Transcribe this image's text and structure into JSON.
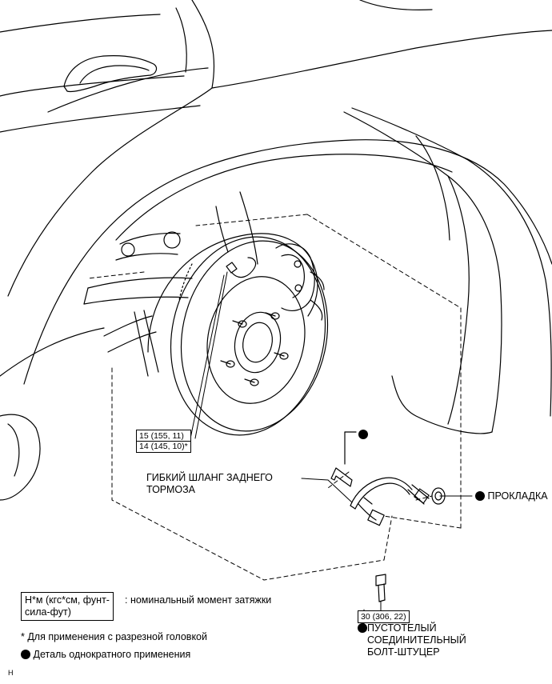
{
  "torque_main": {
    "line1": "15 (155, 11)",
    "line2": "14 (145, 10)*"
  },
  "torque_bolt": "30 (306, 22)",
  "callouts": {
    "hose_line1": "ГИБКИЙ ШЛАНГ ЗАДНЕГО",
    "hose_line2": "ТОРМОЗА",
    "gasket": "ПРОКЛАДКА",
    "bolt_line1": "ПУСТОТЕЛЫЙ",
    "bolt_line2": "СОЕДИНИТЕЛЬНЫЙ",
    "bolt_line3": "БОЛТ-ШТУЦЕР"
  },
  "legend": {
    "unit_line1": "Н*м (кгс*см, фунт-",
    "unit_line2": "сила-фут)",
    "unit_desc": ": номинальный момент затяжки",
    "slot_note": "* Для применения с разрезной головкой",
    "single_use": "Деталь однократного применения"
  },
  "corner_mark": "H",
  "colors": {
    "line": "#000000",
    "background": "#ffffff"
  },
  "icons": [
    "non-reusable-part-icon"
  ]
}
